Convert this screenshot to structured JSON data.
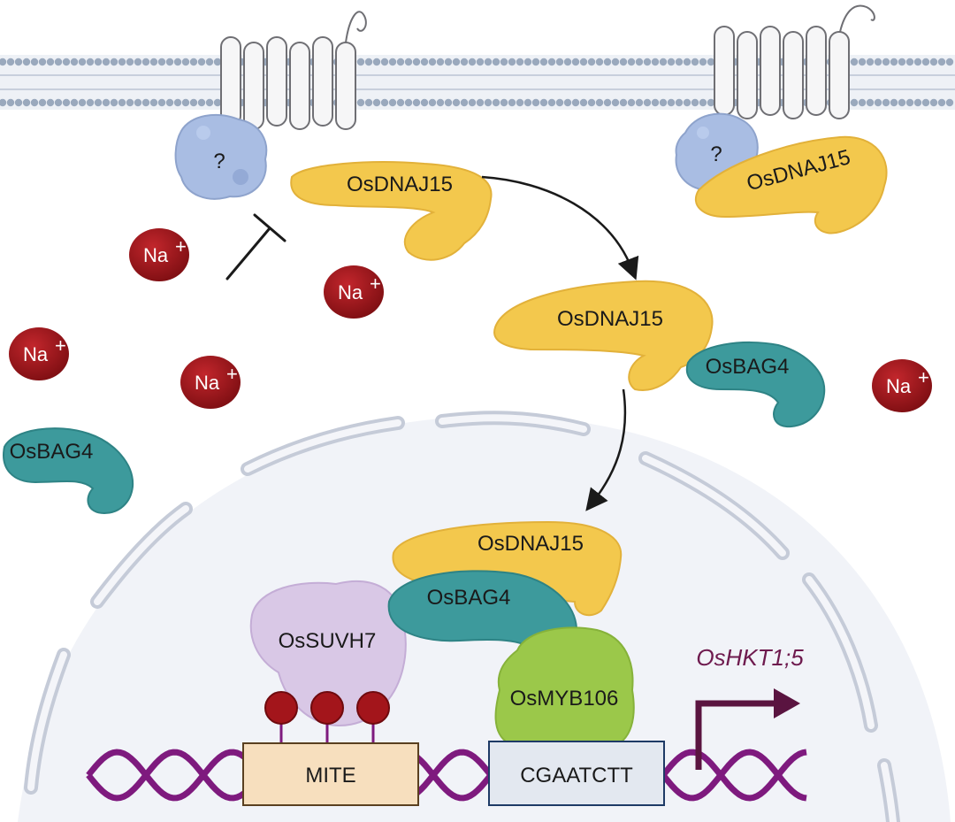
{
  "labels": {
    "unknown_left": "?",
    "unknown_right": "?",
    "dnaj15_membrane": "OsDNAJ15",
    "dnaj15_right": "OsDNAJ15",
    "dnaj15_cytosol": "OsDNAJ15",
    "dnaj15_nucleus": "OsDNAJ15",
    "bag4_cytosol_right": "OsBAG4",
    "bag4_cytosol_left": "OsBAG4",
    "bag4_nucleus": "OsBAG4",
    "suvh7": "OsSUVH7",
    "myb106": "OsMYB106",
    "mite": "MITE",
    "cgaatctt": "CGAATCTT",
    "gene": "OsHKT1;5"
  },
  "ions": {
    "symbol": "Na",
    "charge": "+"
  },
  "colors": {
    "membrane": "#9aa9bd",
    "unknown_protein": "#a9bde3",
    "dnaj15": "#f3c84d",
    "bag4": "#3d9a9c",
    "suvh7": "#d9c8e6",
    "myb106": "#9bc84a",
    "sodium": "#9c1418",
    "methyl": "#a3151b",
    "mite_box": "#f7dfbe",
    "cgaatctt_box": "#e3e8f0",
    "dna": "#7e1a7e",
    "gene_text": "#6e1a4e",
    "nuclear_envelope": "#c5cbd8",
    "arrow": "#1a1a1a"
  }
}
